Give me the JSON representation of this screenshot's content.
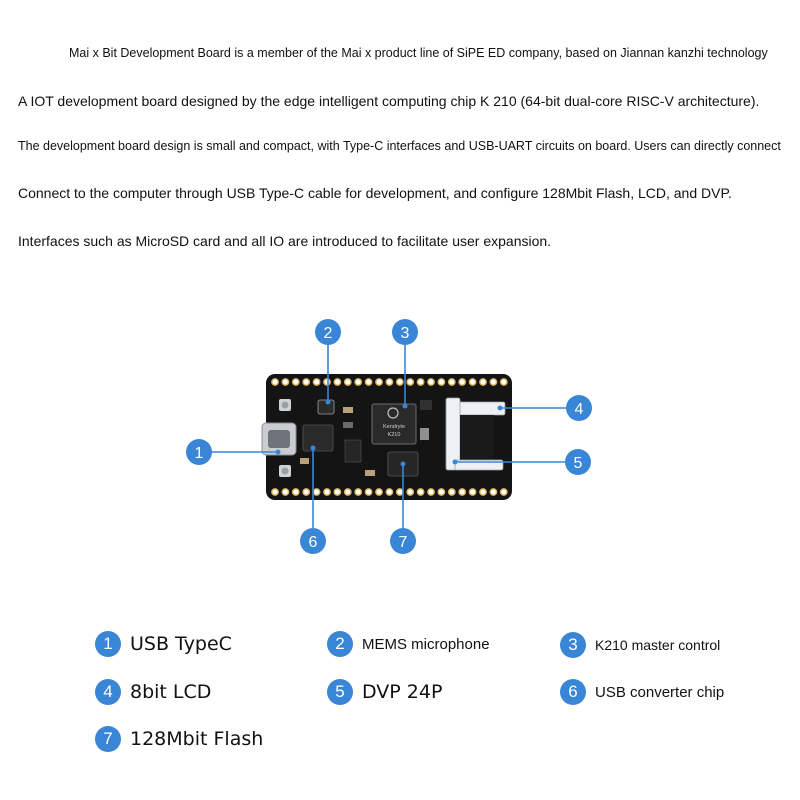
{
  "intro_lines": [
    "Mai x Bit Development Board is a member of the Mai x product line of SiPE ED company, based on Jiannan kanzhi technology",
    "A IOT development board designed by the edge intelligent computing chip K 210 (64-bit dual-core RISC-V architecture).",
    "The development board design is small and compact, with Type-C interfaces and USB-UART circuits on board. Users can directly connect",
    "Connect to the computer through USB Type-C cable for development, and configure 128Mbit Flash, LCD, and DVP.",
    "Interfaces such as MicroSD card and all IO are introduced to facilitate user expansion."
  ],
  "board": {
    "chip_marking_1": "Kendryte",
    "chip_marking_2": "K210",
    "callouts": [
      "1",
      "2",
      "3",
      "4",
      "5",
      "6",
      "7"
    ]
  },
  "legend": [
    {
      "num": "1",
      "label": "USB TypeC"
    },
    {
      "num": "2",
      "label": "MEMS microphone"
    },
    {
      "num": "3",
      "label": "K210 master control"
    },
    {
      "num": "4",
      "label": "8bit LCD"
    },
    {
      "num": "5",
      "label": "DVP 24P"
    },
    {
      "num": "6",
      "label": "USB converter chip"
    },
    {
      "num": "7",
      "label": "128Mbit Flash"
    }
  ],
  "colors": {
    "badge": "#3a86d6",
    "board": "#141414",
    "pad": "#d9b25a",
    "connector": "#eef1f4"
  }
}
